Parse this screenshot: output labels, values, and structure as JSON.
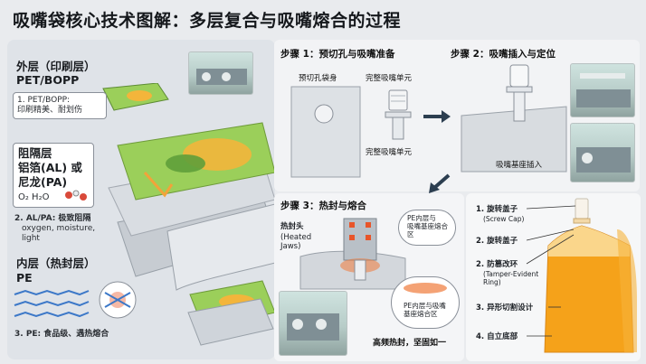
{
  "title": "吸嘴袋核心技术图解：多层复合与吸嘴熔合的过程",
  "layers": {
    "outer_title": "外层（印刷层）",
    "outer_sub": "PET/BOPP",
    "outer_note": "1. PET/BOPP:\n印刷精美、耐划伤",
    "barrier_title": "阻隔层",
    "barrier_line2": "铝箔(AL) 或",
    "barrier_line3": "尼龙(PA)",
    "barrier_gases": "O₂  H₂O",
    "barrier_note_1": "2. AL/PA: 极致阻隔",
    "barrier_note_2": "oxygen, moisture,",
    "barrier_note_3": "light",
    "inner_title": "内层（热封层）",
    "inner_sub": "PE",
    "inner_note": "3. PE: 食品级、遇热熔合"
  },
  "step1": {
    "title": "步骤 1：预切孔与吸嘴准备",
    "label_bag": "预切孔袋身",
    "label_spout_top": "完整吸嘴单元",
    "label_spout_bottom": "完整吸嘴单元"
  },
  "step2": {
    "title": "步骤 2：吸嘴插入与定位",
    "label": "吸嘴基座插入"
  },
  "step3": {
    "title": "步骤 3：热封与熔合",
    "label_jaws_cn": "热封头",
    "label_jaws_en": "(Heated Jaws)",
    "bubble_top": "PE内层与\n吸嘴基座熔合区",
    "bubble_bottom": "PE内层与吸嘴\n基座熔合区",
    "caption": "高频热封，坚固如一"
  },
  "product": {
    "items": [
      {
        "label": "1. 旋转盖子",
        "sub": "(Screw Cap)"
      },
      {
        "label": "2. 旋转盖子",
        "sub": ""
      },
      {
        "label": "2. 防篡改环",
        "sub": "(Tamper-Evident\nRing)"
      },
      {
        "label": "3. 异形切割设计",
        "sub": ""
      },
      {
        "label": "4. 自立底部",
        "sub": ""
      }
    ]
  },
  "colors": {
    "juice": "#f5a21a",
    "bag_green": "#8cc04a",
    "heat": "#e8552a",
    "arrow": "#2c3e50"
  }
}
